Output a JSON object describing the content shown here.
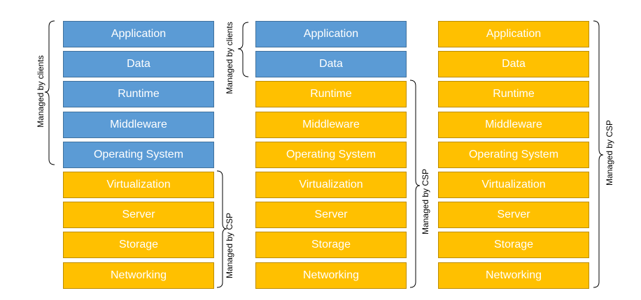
{
  "colors": {
    "client_managed": "#5b9bd5",
    "csp_managed": "#ffc000"
  },
  "layers": [
    "Application",
    "Data",
    "Runtime",
    "Middleware",
    "Operating System",
    "Virtualization",
    "Server",
    "Storage",
    "Networking"
  ],
  "stacks": [
    {
      "client_layers": 5,
      "label_clients": "Managed by clients",
      "label_csp": "Managed by CSP"
    },
    {
      "client_layers": 2,
      "label_clients": "Managed by clients",
      "label_csp": "Managed by CSP"
    },
    {
      "client_layers": 0,
      "label_clients": "",
      "label_csp": "Managed by CSP"
    }
  ]
}
